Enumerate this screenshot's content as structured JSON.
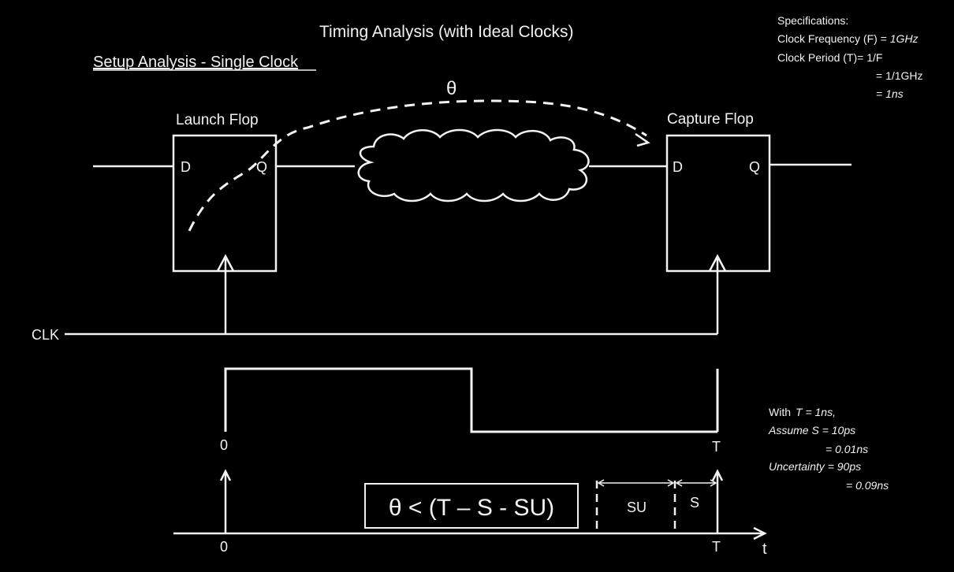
{
  "slide": {
    "title": "Timing Analysis (with Ideal Clocks)",
    "subtitle": "Setup Analysis - Single Clock",
    "theta_symbol": "θ"
  },
  "flops": {
    "launch": {
      "label": "Launch Flop",
      "d": "D",
      "q": "Q"
    },
    "capture": {
      "label": "Capture Flop",
      "d": "D",
      "q": "Q"
    }
  },
  "clock": {
    "label": "CLK"
  },
  "specs": {
    "heading": "Specifications:",
    "freq_label": "Clock Frequency (F) = ",
    "freq_value": "1GHz",
    "period_label": "Clock Period (T)= 1/F",
    "period_step": "= 1/1GHz",
    "period_result": "= 1ns"
  },
  "assumptions": {
    "with_prefix": "With",
    "with_value": "T = 1ns,",
    "setup_line": "Assume S = 10ps",
    "setup_ns": "= 0.01ns",
    "uncertainty_line": "Uncertainty = 90ps",
    "uncertainty_ns": "= 0.09ns"
  },
  "waveform": {
    "start_label": "0",
    "end_label": "T"
  },
  "timeline": {
    "start_label": "0",
    "end_label": "T",
    "axis_label": "t",
    "su_label": "SU",
    "s_label": "S",
    "equation": "θ < (T – S - SU)"
  },
  "colors": {
    "background": "#000000",
    "foreground": "#f2f2f2"
  }
}
